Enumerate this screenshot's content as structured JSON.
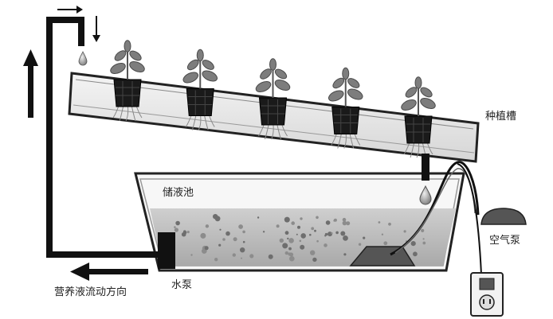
{
  "labels": {
    "planting_trough": "种植槽",
    "reservoir": "储液池",
    "air_pump": "空气泵",
    "water_pump": "水泵",
    "flow_direction": "营养液流动方向"
  },
  "plants": {
    "count": 5
  }
}
